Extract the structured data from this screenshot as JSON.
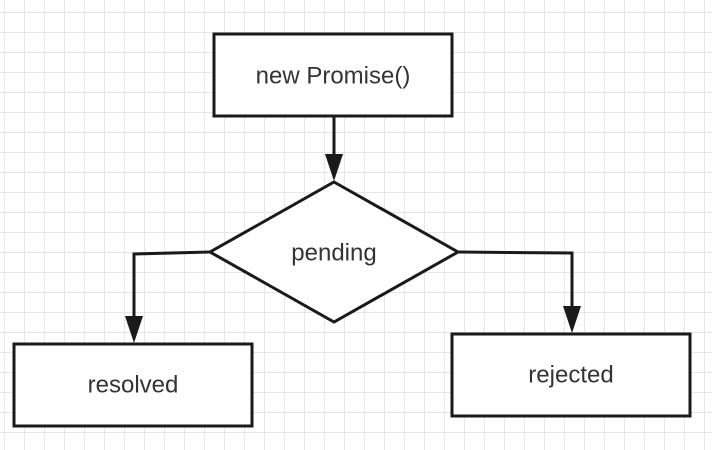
{
  "diagram": {
    "nodes": {
      "start": {
        "label": "new Promise()"
      },
      "pending": {
        "label": "pending"
      },
      "resolved": {
        "label": "resolved"
      },
      "rejected": {
        "label": "rejected"
      }
    }
  },
  "colors": {
    "stroke": "#1a1a1a",
    "text": "#333333",
    "grid": "#e6e6e6",
    "background": "#ffffff"
  }
}
